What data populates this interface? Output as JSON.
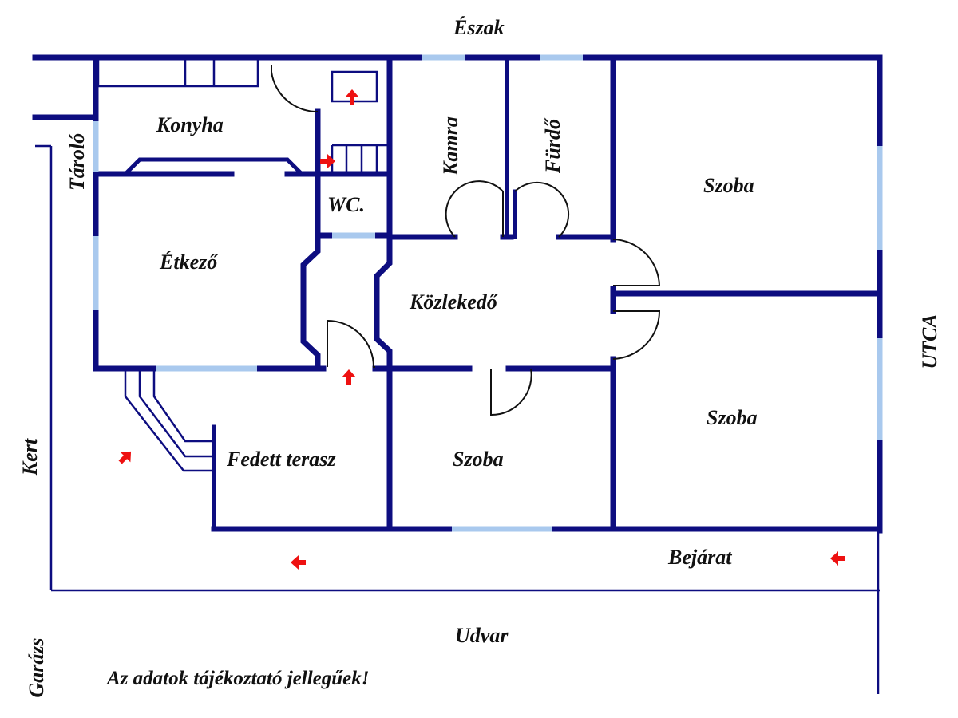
{
  "colors": {
    "wall": "#0d0d80",
    "window": "#a9c9ee",
    "arrow": "#ee1111",
    "door": "#111111"
  },
  "labels": {
    "north": "Észak",
    "kitchen": "Konyha",
    "storage_side": "Tároló",
    "wc": "WC.",
    "pantry": "Kamra",
    "bathroom": "Fürdő",
    "room_ne": "Szoba",
    "dining": "Étkező",
    "hallway": "Közlekedő",
    "street": "UTCA",
    "room_se": "Szoba",
    "room_s": "Szoba",
    "terrace": "Fedett terasz",
    "garden": "Kert",
    "entrance": "Bejárat",
    "yard": "Udvar",
    "garage": "Garázs",
    "disclaimer": "Az adatok tájékoztató jellegűek!"
  }
}
